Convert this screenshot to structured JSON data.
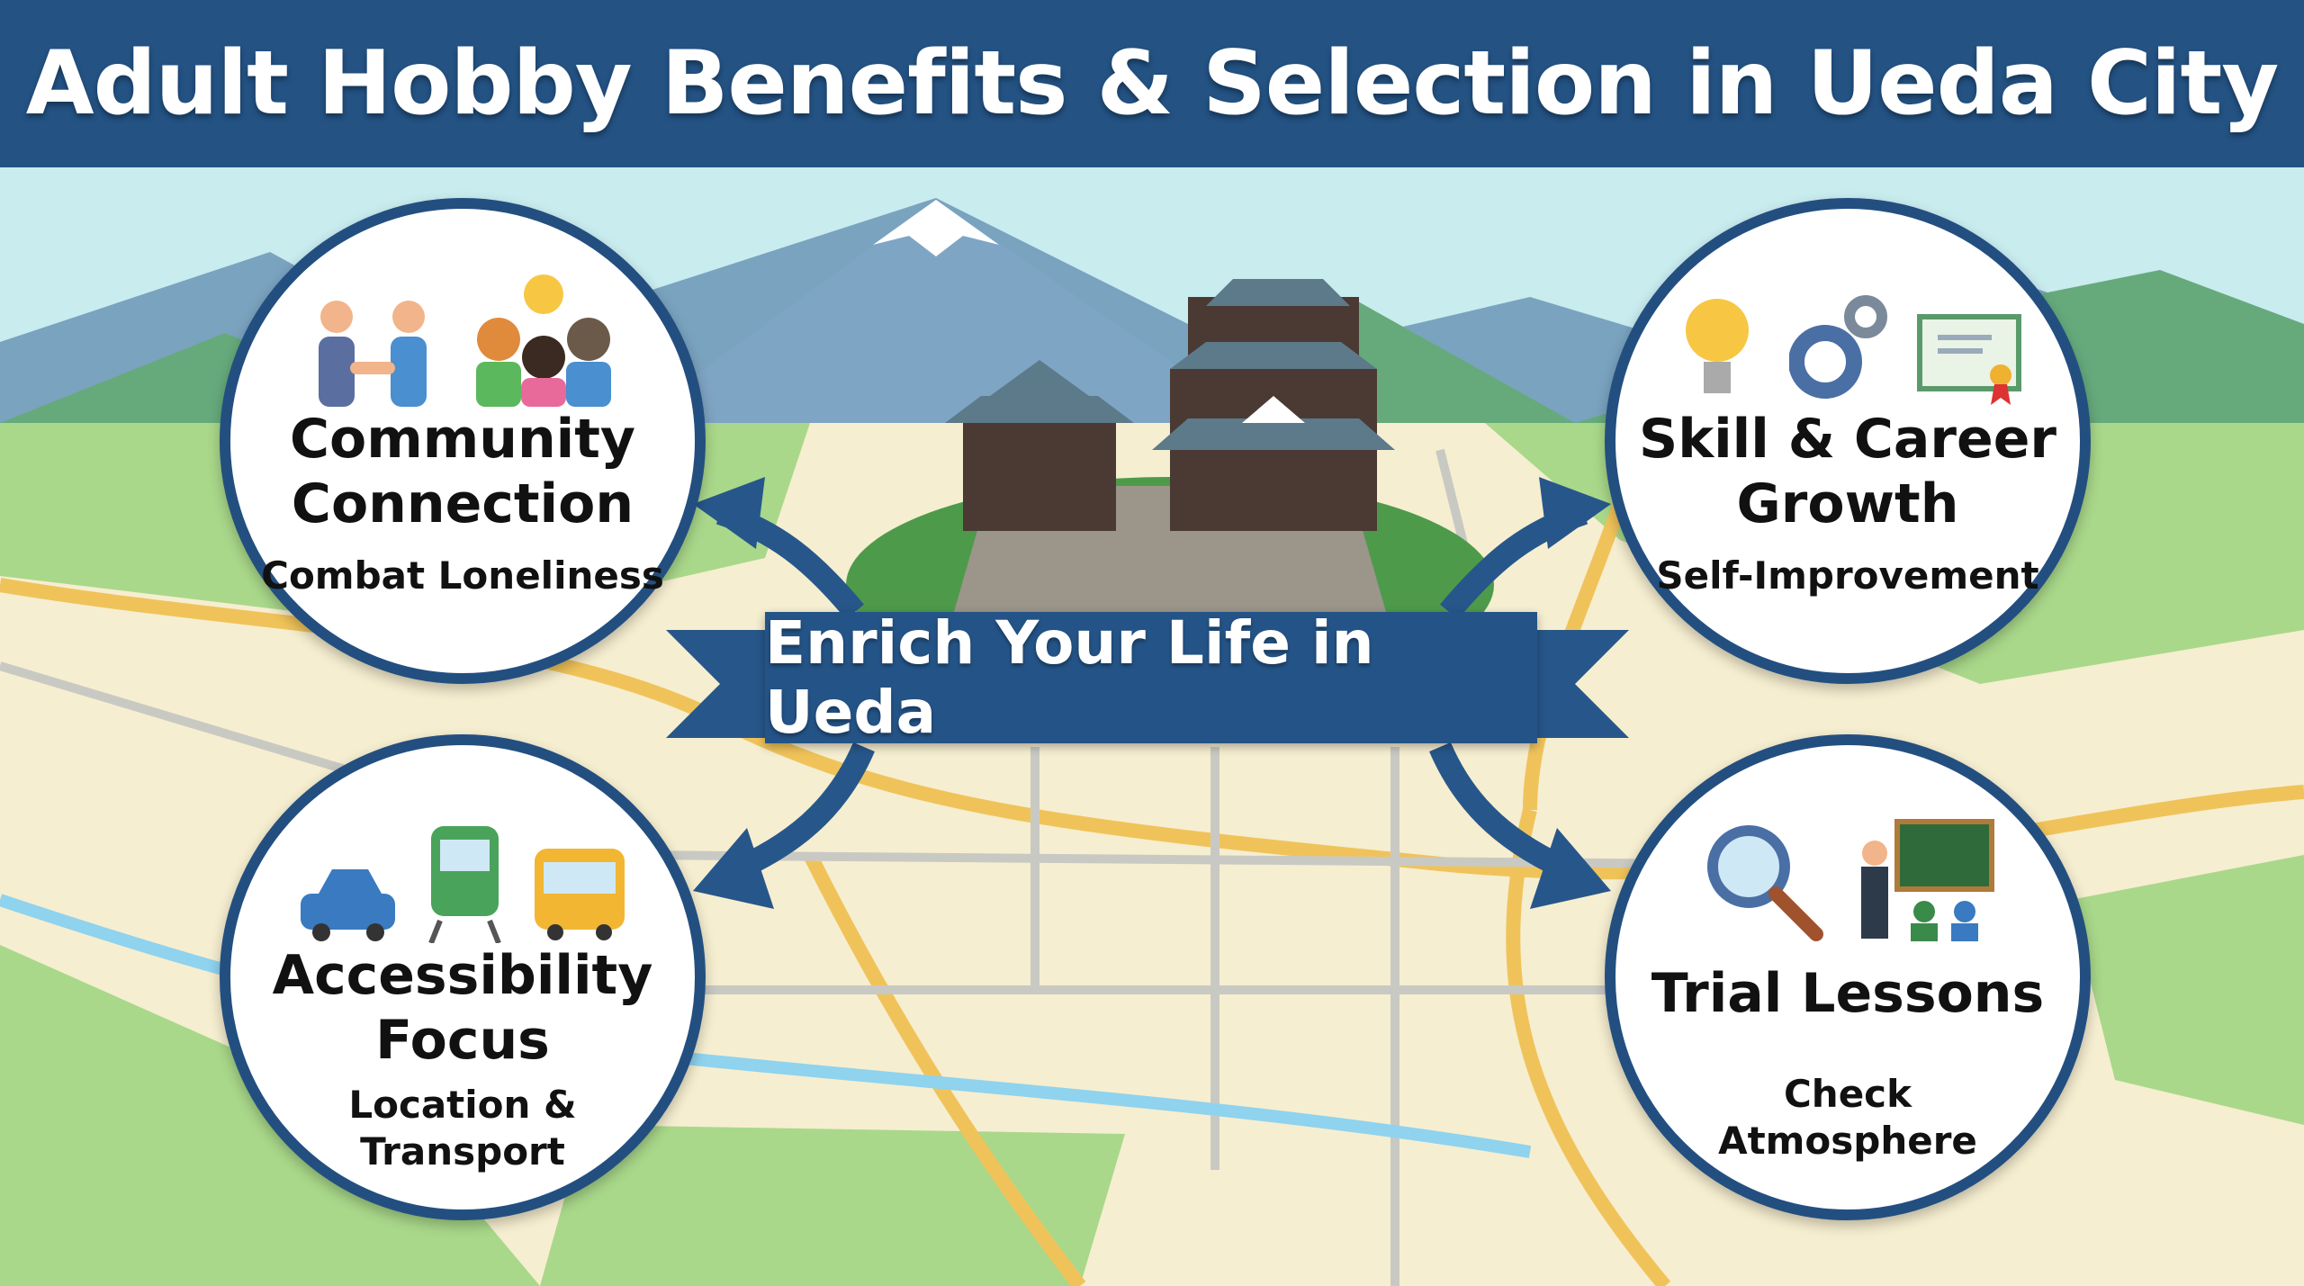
{
  "header": {
    "title": "Adult Hobby Benefits & Selection in Ueda City"
  },
  "center_banner": {
    "label": "Enrich Your Life in Ueda"
  },
  "benefits": [
    {
      "title_line1": "Community",
      "title_line2": "Connection",
      "subtitle": "Combat Loneliness",
      "icons": [
        "handshake-icon",
        "group-people-icon",
        "smiley-icon"
      ]
    },
    {
      "title_line1": "Skill & Career",
      "title_line2": "Growth",
      "subtitle": "Self-Improvement",
      "icons": [
        "lightbulb-icon",
        "gears-icon",
        "certificate-icon"
      ]
    },
    {
      "title_line1": "Accessibility",
      "title_line2": "Focus",
      "subtitle_line1": "Location &",
      "subtitle_line2": "Transport",
      "icons": [
        "car-icon",
        "train-icon",
        "bus-icon"
      ]
    },
    {
      "title_line1": "Trial Lessons",
      "subtitle_line1": "Check",
      "subtitle_line2": "Atmosphere",
      "icons": [
        "magnifier-icon",
        "teacher-icon"
      ]
    }
  ],
  "colors": {
    "primary": "#235283",
    "sky": "#c9ecef",
    "field": "#a9d88a",
    "road": "#f0c35a"
  }
}
